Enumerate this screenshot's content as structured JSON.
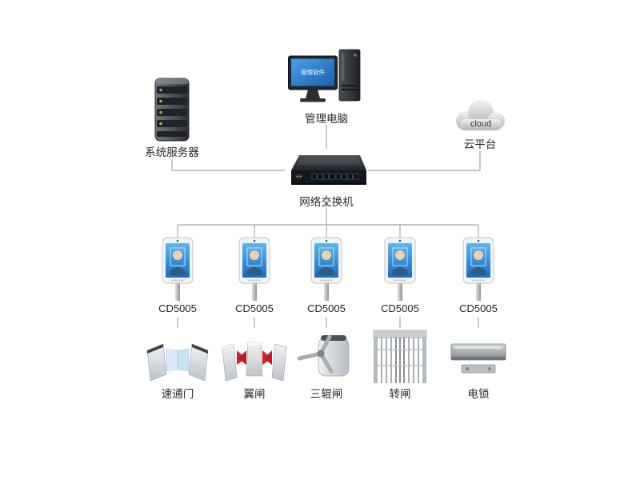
{
  "diagram": {
    "server": {
      "label": "系统服务器"
    },
    "computer": {
      "label": "管理电脑",
      "screen_text": "管理软件"
    },
    "cloud": {
      "label": "云平台",
      "cloud_text": "cloud"
    },
    "switch": {
      "label": "网络交换机"
    },
    "terminals": [
      {
        "label": "CD5005"
      },
      {
        "label": "CD5005"
      },
      {
        "label": "CD5005"
      },
      {
        "label": "CD5005"
      },
      {
        "label": "CD5005"
      }
    ],
    "devices": [
      {
        "label": "速通门"
      },
      {
        "label": "翼闸"
      },
      {
        "label": "三辊闸"
      },
      {
        "label": "转闸"
      },
      {
        "label": "电锁"
      }
    ],
    "colors": {
      "connector_line": "#a8a8a8",
      "screen_blue": "#2f8fdc",
      "led_green": "#86c440",
      "flap_red": "#d2232a"
    }
  }
}
